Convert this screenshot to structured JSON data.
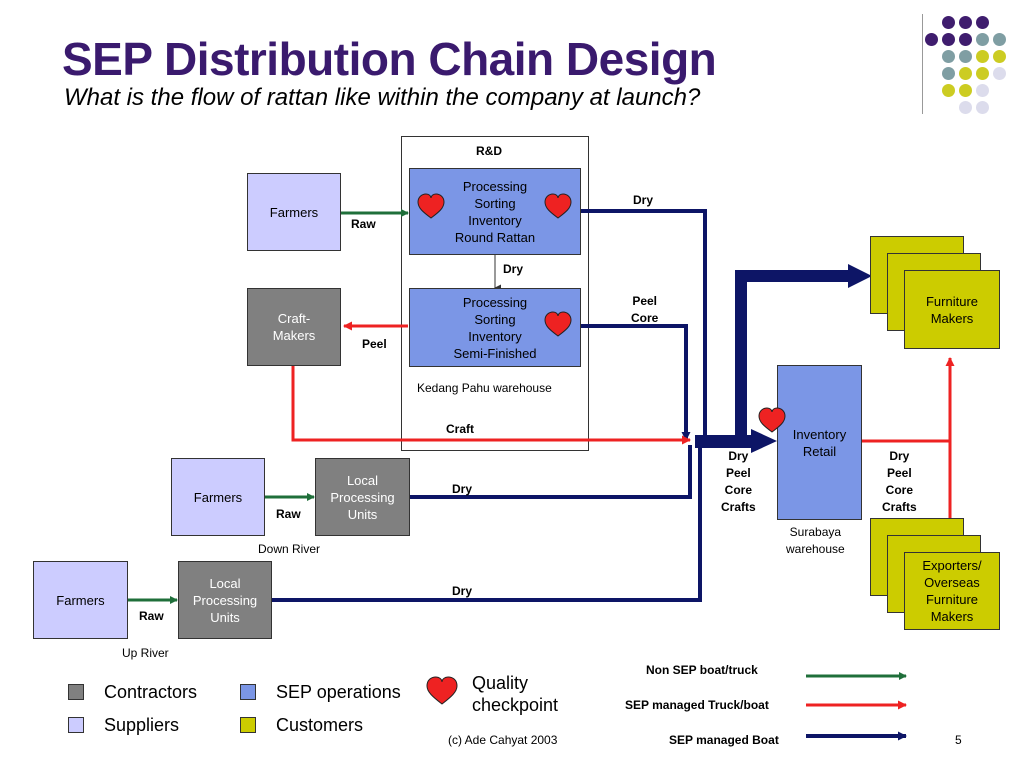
{
  "header": {
    "title": "SEP Distribution Chain Design",
    "subtitle": "What is the flow of rattan like within the company at launch?"
  },
  "colors": {
    "title": "#3a1a6e",
    "supplier": "#ccccff",
    "contractor": "#808080",
    "sep_operations": "#7b96e6",
    "customer": "#cccc00",
    "non_sep_route": "#1f6f3a",
    "sep_managed_truck_boat": "#ee2222",
    "sep_managed_boat": "#0d1566",
    "heart": "#ee2222"
  },
  "nodes": {
    "farmers_top": "Farmers",
    "farmers_down": "Farmers",
    "farmers_up": "Farmers",
    "craft_makers": "Craft-\nMakers",
    "processing_round": "Processing\nSorting\nInventory\nRound Rattan",
    "processing_semi": "Processing\nSorting\nInventory\nSemi-Finished",
    "local_processing_down": "Local\nProcessing\nUnits",
    "local_processing_up": "Local\nProcessing\nUnits",
    "inventory_retail": "Inventory\nRetail",
    "furniture_makers": "Furniture\nMakers",
    "exporters": "Exporters/\nOverseas\nFurniture\nMakers"
  },
  "labels": {
    "rd": "R&D",
    "kedang_pahu": "Kedang Pahu warehouse",
    "down_river": "Down River",
    "up_river": "Up River",
    "surabaya": "Surabaya\nwarehouse"
  },
  "flow_labels": {
    "raw_top": "Raw",
    "raw_down": "Raw",
    "raw_up": "Raw",
    "peel_left": "Peel",
    "dry_round_out": "Dry",
    "dry_between": "Dry",
    "peel_core": "Peel\nCore",
    "craft": "Craft",
    "dry_down": "Dry",
    "dry_up": "Dry",
    "mix_in": "Dry\nPeel\nCore\nCrafts",
    "mix_out": "Dry\nPeel\nCore\nCrafts"
  },
  "legend": {
    "contractors": "Contractors",
    "sep_operations": "SEP operations",
    "suppliers": "Suppliers",
    "customers": "Customers",
    "quality_checkpoint": "Quality\ncheckpoint",
    "non_sep": "Non SEP boat/truck",
    "sep_truck_boat": "SEP managed Truck/boat",
    "sep_boat": "SEP managed Boat"
  },
  "footer": {
    "copyright": "(c) Ade Cahyat 2003",
    "page_number": "5"
  }
}
